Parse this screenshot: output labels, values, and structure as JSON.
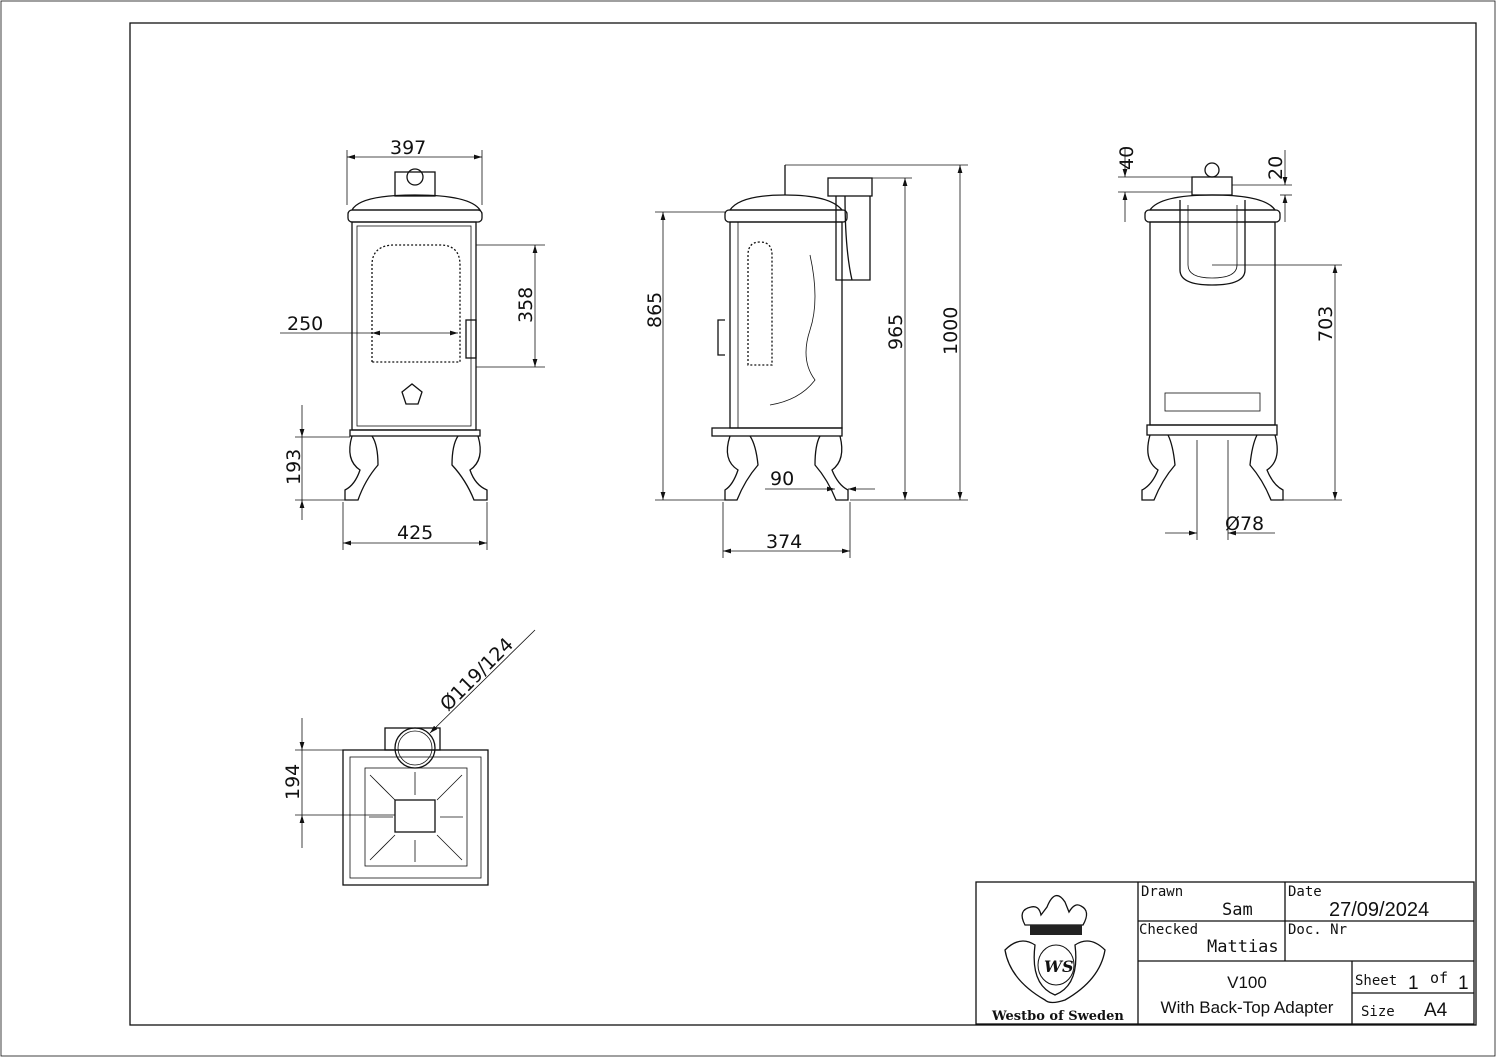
{
  "dimensions": {
    "front": {
      "top_width": "397",
      "window_width": "250",
      "window_height": "358",
      "leg_height": "193",
      "base_width": "425"
    },
    "side": {
      "height_to_top": "865",
      "height_to_adapter": "965",
      "total_height": "1000",
      "offset": "90",
      "depth": "374"
    },
    "back": {
      "knob_height": "40",
      "adapter_height": "20",
      "outlet_height": "703",
      "outlet_diameter": "Ø78"
    },
    "top": {
      "flue_diameter": "Ø119/124",
      "flue_offset": "194"
    }
  },
  "title_block": {
    "logo_text": "Westbo of Sweden",
    "drawn_label": "Drawn",
    "drawn_value": "Sam",
    "date_label": "Date",
    "date_value": "27/09/2024",
    "checked_label": "Checked",
    "checked_value": "Mattias",
    "docnr_label": "Doc. Nr",
    "title": "V100",
    "subtitle": "With Back-Top Adapter",
    "sheet_label": "Sheet",
    "sheet_value": "1",
    "of_label": "of",
    "of_value": "1",
    "size_label": "Size",
    "size_value": "A4"
  }
}
